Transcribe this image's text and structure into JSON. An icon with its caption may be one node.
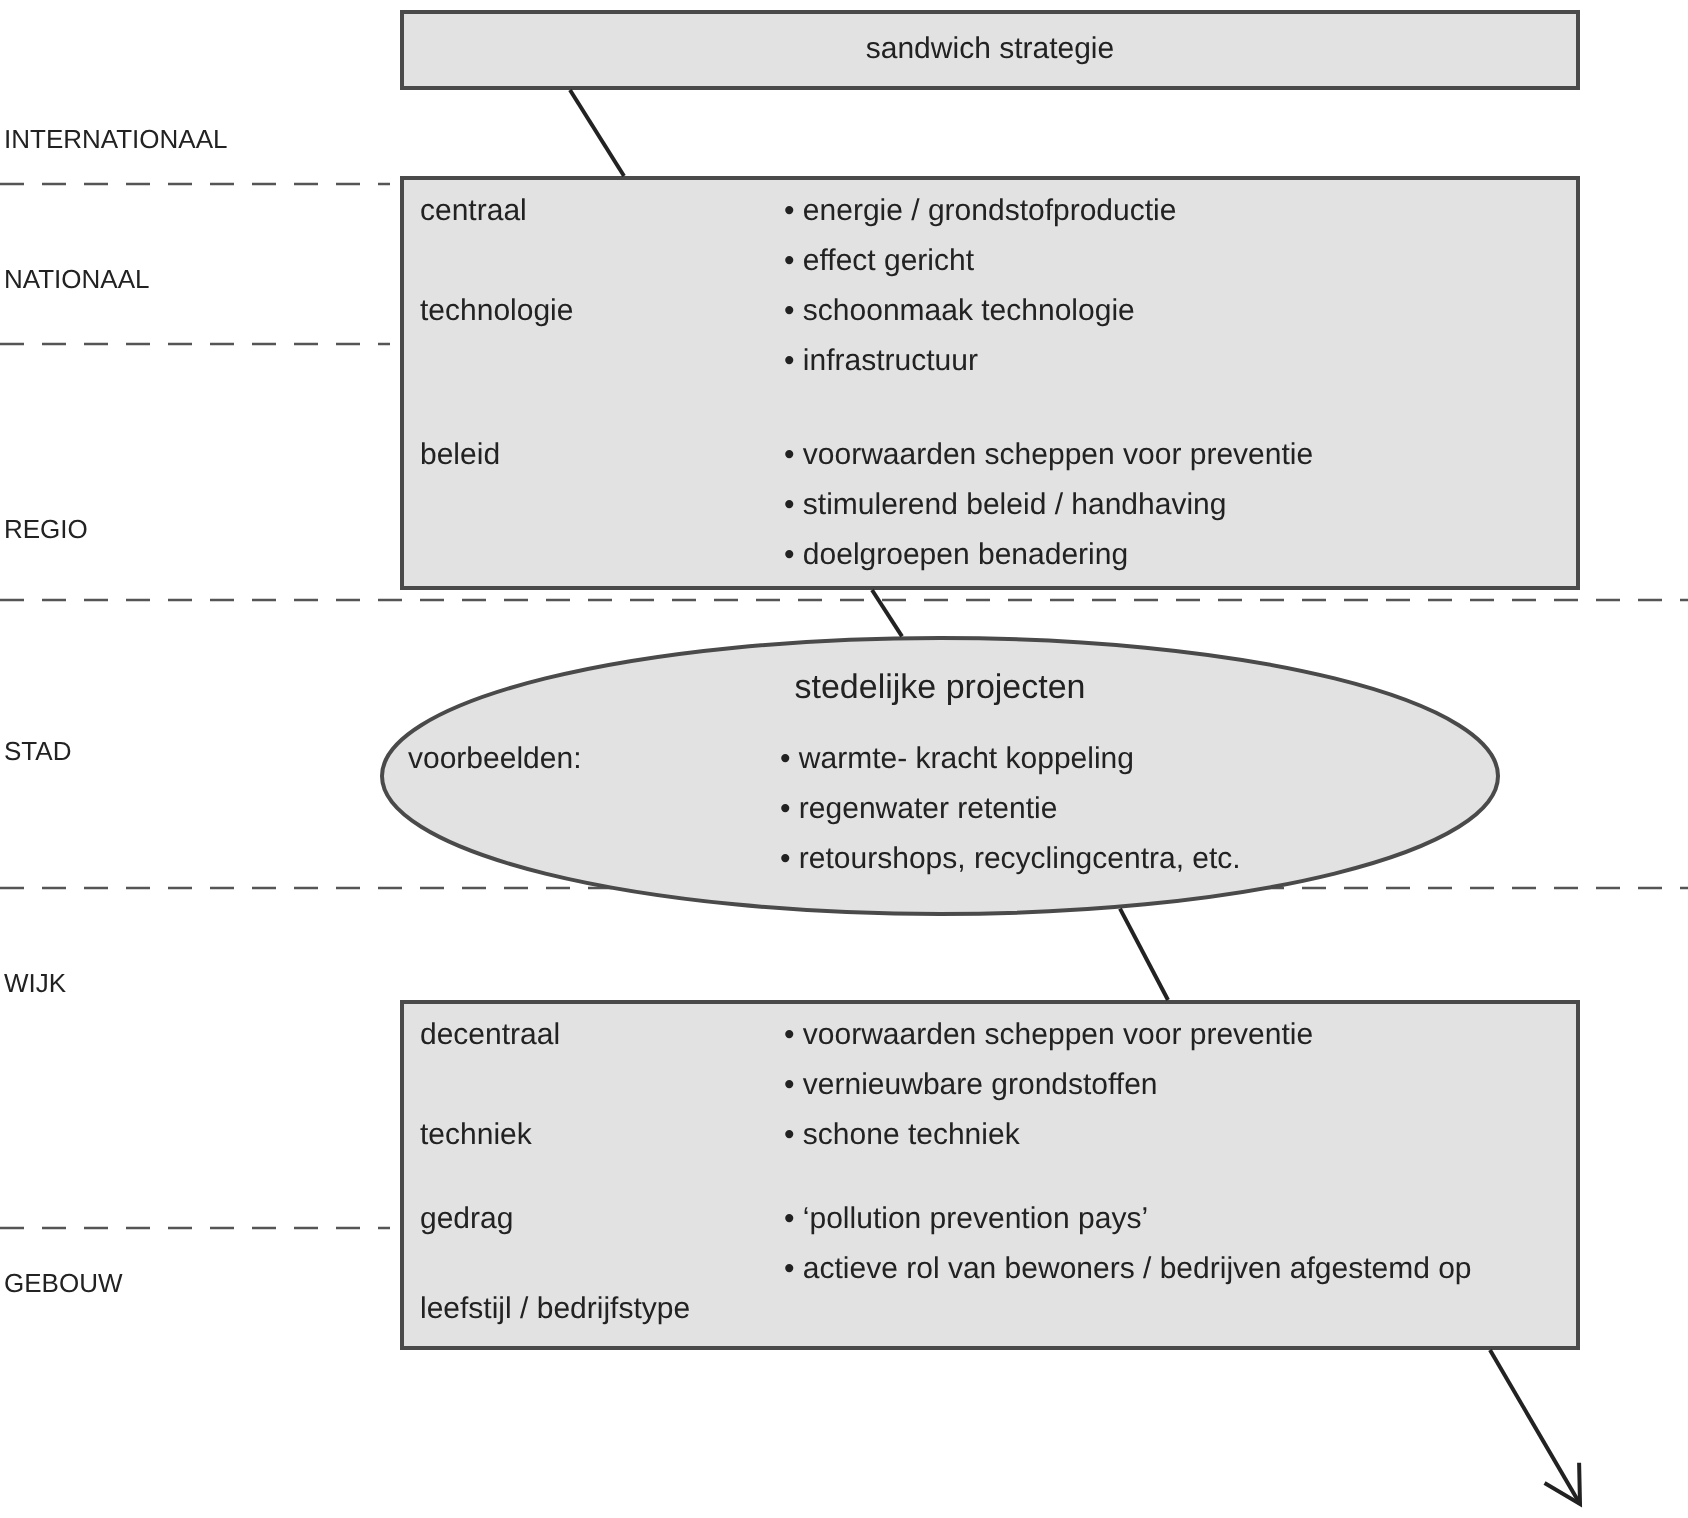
{
  "diagram": {
    "nodes": [
      {
        "text": [
          "sandwich strategie"
        ]
      },
      {
        "text": [
          "centraal",
          "• energie / grondstofproductie",
          "• effect gericht",
          "technologie",
          "• schoonmaak technologie",
          "• infrastructuur",
          "beleid",
          "• voorwaarden scheppen voor preventie",
          "• stimulerend beleid / handhaving",
          "• doelgroepen benadering"
        ]
      },
      {
        "text": [
          "stedelijke projecten",
          "voorbeelden:",
          "• warmte- kracht koppeling",
          "• regenwater retentie",
          "• retourshops, recyclingcentra, etc."
        ]
      },
      {
        "text": [
          "decentraal",
          "• voorwaarden scheppen voor preventie",
          "• vernieuwbare grondstoffen",
          "techniek",
          "• schone techniek",
          "gedrag",
          "• ‘pollution prevention pays’",
          "• actieve rol van bewoners / bedrijven afgestemd op leefstijl / bedrijfstype"
        ]
      }
    ],
    "edges": [
      {
        "from": 0,
        "to": 1,
        "arrow": "none"
      },
      {
        "from": 1,
        "to": 2,
        "arrow": "none"
      },
      {
        "from": 2,
        "to": 3,
        "arrow": "none"
      },
      {
        "from": 3,
        "to": null,
        "arrow": "to"
      }
    ],
    "labels": [
      "INTERNATIONAAL",
      "NATIONAAL",
      "REGIO",
      "STAD",
      "WIJK",
      "GEBOUW"
    ]
  }
}
